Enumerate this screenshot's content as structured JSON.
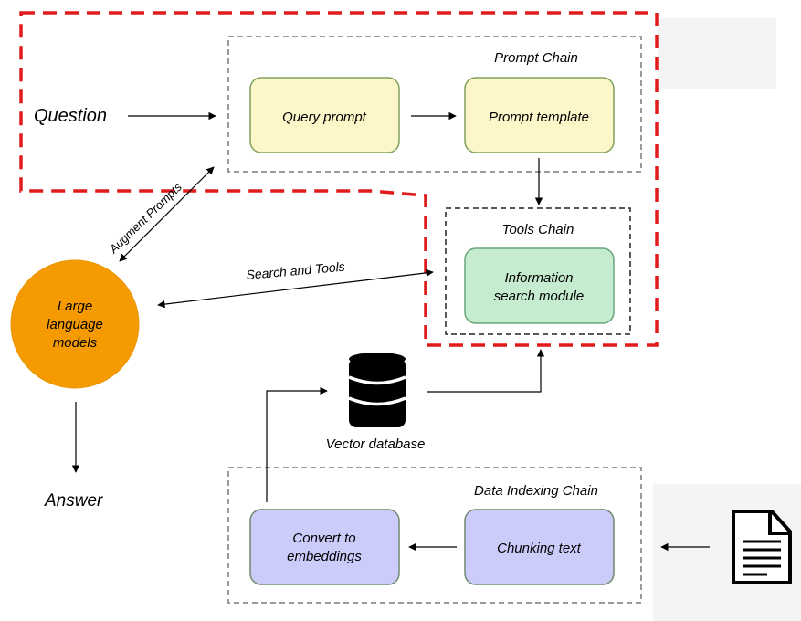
{
  "question": "Question",
  "answer": "Answer",
  "prompt_chain": {
    "title": "Prompt Chain",
    "query_prompt": "Query prompt",
    "prompt_template": "Prompt template"
  },
  "tools_chain": {
    "title": "Tools Chain",
    "info_line1": "Information",
    "info_line2": "search module"
  },
  "llm": {
    "line1": "Large",
    "line2": "language",
    "line3": "models"
  },
  "edges": {
    "augment_prompts": "Augment Prompts",
    "search_and_tools": "Search and Tools"
  },
  "vector_database": "Vector database",
  "data_indexing_chain": {
    "title": "Data Indexing Chain",
    "convert_line1": "Convert to",
    "convert_line2": "embeddings",
    "chunking_text": "Chunking text"
  },
  "colors": {
    "highlight_dash": "#e01b1b",
    "group_dash": "#7a7a7a",
    "yellow_fill": "#fdf6c9",
    "yellow_stroke": "#7ea25a",
    "green_fill": "#c6ecd0",
    "green_stroke": "#6aa57a",
    "purple_fill": "#ccccfb",
    "purple_stroke": "#6f8a6f",
    "llm_orange": "#f59a00"
  },
  "icons": [
    "database-icon",
    "document-icon"
  ]
}
